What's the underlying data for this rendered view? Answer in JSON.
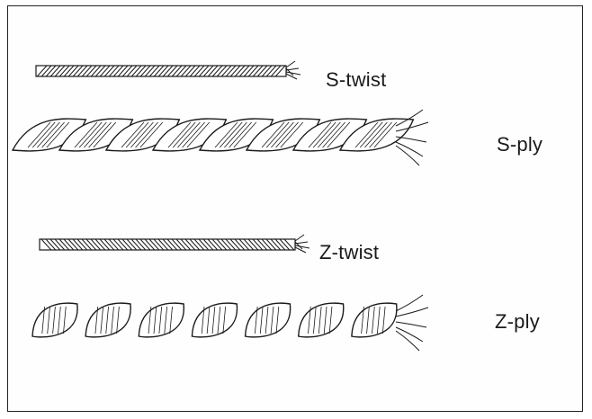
{
  "labels": {
    "s_twist": "S-twist",
    "s_ply": "S-ply",
    "z_twist": "Z-twist",
    "z_ply": "Z-ply"
  },
  "colors": {
    "ink": "#1a1a1a",
    "fill": "#ffffff",
    "frame": "#222222"
  }
}
